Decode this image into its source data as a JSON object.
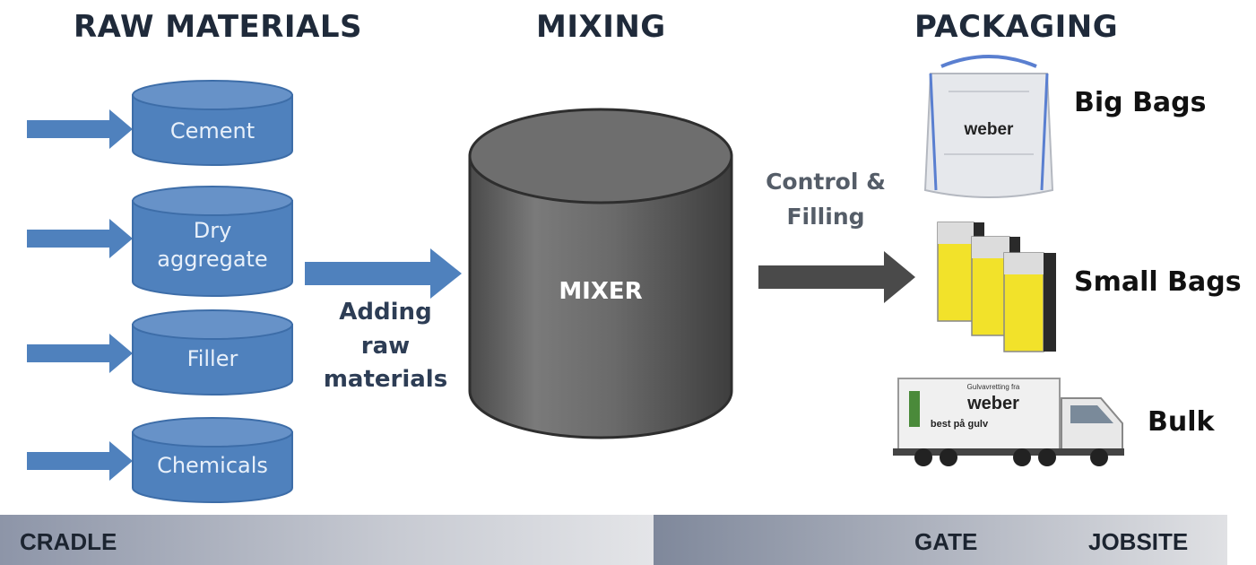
{
  "headings": {
    "raw_materials": "RAW MATERIALS",
    "mixing": "MIXING",
    "packaging": "PACKAGING"
  },
  "tanks": [
    {
      "label": "Cement"
    },
    {
      "label": "Dry\naggregate"
    },
    {
      "label": "Filler"
    },
    {
      "label": "Chemicals"
    }
  ],
  "mixer": {
    "label": "MIXER"
  },
  "adding_label": "Adding\nraw\nmaterials",
  "control_label": "Control &\nFilling",
  "packaging_items": {
    "big_bags": "Big Bags",
    "small_bags": "Small Bags",
    "bulk": "Bulk",
    "brand": "weber",
    "truck_slogan": "best på gulv",
    "truck_top_text": "Gulvavretting fra"
  },
  "bottom_band": {
    "cradle": "CRADLE",
    "gate": "GATE",
    "jobsite": "JOBSITE"
  },
  "colors": {
    "tank_fill": "#4f81bd",
    "tank_dark": "#3d6da8",
    "arrow_blue": "#4f81bd",
    "mixer_fill": "#6b6b6b",
    "arrow_dark": "#4a4a4a",
    "band_left": "#9aa2b2",
    "band_right": "#8a93a6"
  }
}
